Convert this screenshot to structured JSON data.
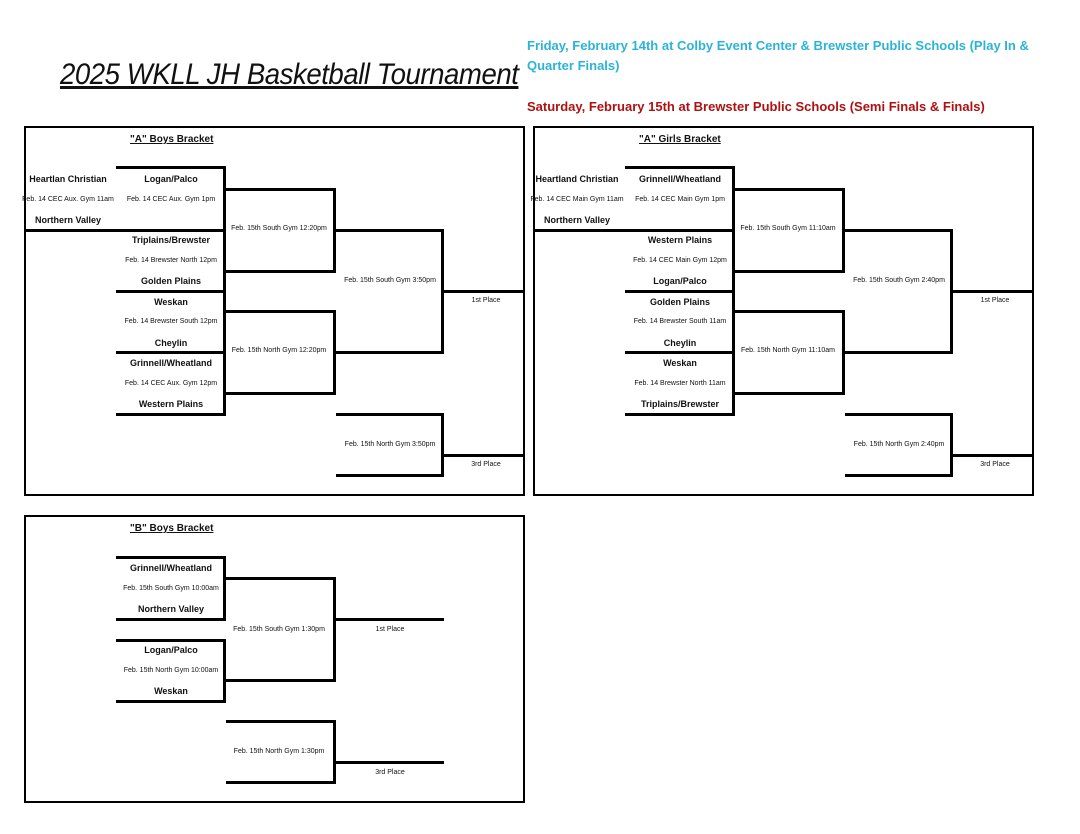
{
  "header": {
    "title": "2025 WKLL JH Basketball Tournament",
    "friday_note": "Friday, February 14th at Colby Event Center & Brewster Public Schools (Play In & Quarter Finals)",
    "saturday_note": "Saturday, February 15th at Brewster Public Schools (Semi Finals & Finals)"
  },
  "a_boys": {
    "title": "\"A\" Boys Bracket",
    "playin_top": "Heartlan Christian",
    "playin_info": "Feb. 14 CEC Aux. Gym 11am",
    "playin_bottom": "Northern Valley",
    "q1_top": "Logan/Palco",
    "q1_info": "Feb. 14 CEC Aux. Gym 1pm",
    "q2_top": "Triplains/Brewster",
    "q2_info": "Feb. 14 Brewster North 12pm",
    "q2_bottom": "Golden Plains",
    "q3_top": "Weskan",
    "q3_info": "Feb. 14 Brewster South 12pm",
    "q3_bottom": "Cheylin",
    "q4_top": "Grinnell/Wheatland",
    "q4_info": "Feb. 14 CEC Aux. Gym 12pm",
    "q4_bottom": "Western Plains",
    "semi1": "Feb. 15th  South Gym 12:20pm",
    "semi2": "Feb. 15th  North Gym 12:20pm",
    "final": "Feb. 15th  South Gym 3:50pm",
    "first": "1st Place",
    "third_game": "Feb. 15th  North Gym 3:50pm",
    "third": "3rd Place"
  },
  "a_girls": {
    "title": "\"A\" Girls Bracket",
    "playin_top": "Heartland Christian",
    "playin_info": "Feb. 14 CEC Main Gym 11am",
    "playin_bottom": "Northern Valley",
    "q1_top": "Grinnell/Wheatland",
    "q1_info": "Feb. 14 CEC Main Gym 1pm",
    "q2_top": "Western Plains",
    "q2_info": "Feb. 14 CEC Main Gym 12pm",
    "q2_bottom": "Logan/Palco",
    "q3_top": "Golden Plains",
    "q3_info": "Feb. 14 Brewster South 11am",
    "q3_bottom": "Cheylin",
    "q4_top": "Weskan",
    "q4_info": "Feb. 14 Brewster North 11am",
    "q4_bottom": "Triplains/Brewster",
    "semi1": "Feb. 15th  South Gym 11:10am",
    "semi2": "Feb. 15th  North Gym 11:10am",
    "final": "Feb. 15th  South Gym 2:40pm",
    "first": "1st Place",
    "third_game": "Feb. 15th  North Gym 2:40pm",
    "third": "3rd Place"
  },
  "b_boys": {
    "title": "\"B\" Boys Bracket",
    "s1_top": "Grinnell/Wheatland",
    "s1_info": "Feb. 15th  South Gym 10:00am",
    "s1_bottom": "Northern Valley",
    "s2_top": "Logan/Palco",
    "s2_info": "Feb. 15th  North Gym 10:00am",
    "s2_bottom": "Weskan",
    "final": "Feb. 15th  South Gym 1:30pm",
    "first": "1st Place",
    "third_game": "Feb. 15th  North Gym 1:30pm",
    "third": "3rd Place"
  }
}
